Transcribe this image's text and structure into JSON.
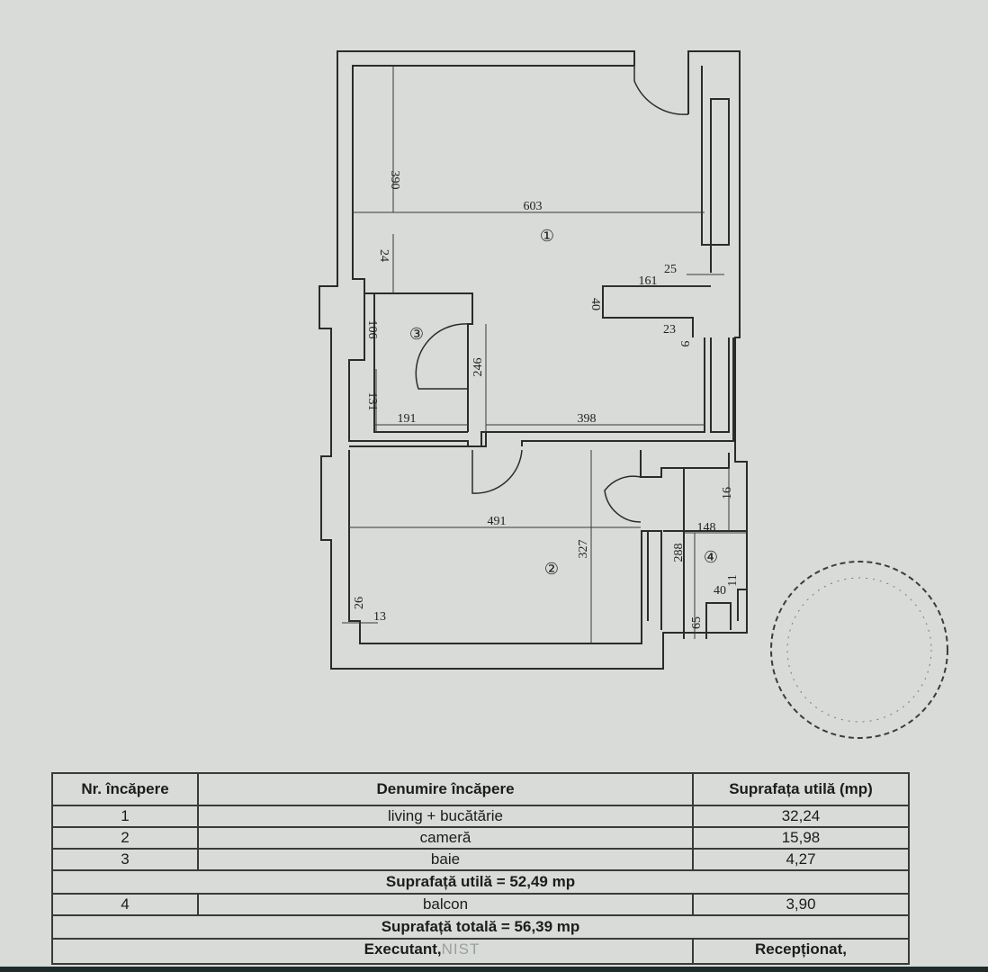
{
  "plan": {
    "dimensions": {
      "d390": "390",
      "d603": "603",
      "d24": "24",
      "d25": "25",
      "d161": "161",
      "d40a": "40",
      "d23": "23",
      "d9": "9",
      "d106": "106",
      "d246": "246",
      "d131": "131",
      "d191": "191",
      "d398": "398",
      "d491": "491",
      "d327": "327",
      "d16": "16",
      "d148": "148",
      "d288": "288",
      "d11": "11",
      "d40b": "40",
      "d26": "26",
      "d13": "13",
      "d65": "65"
    },
    "rooms": {
      "r1": "①",
      "r2": "②",
      "r3": "③",
      "r4": "④"
    }
  },
  "table": {
    "headers": [
      "Nr. încăpere",
      "Denumire încăpere",
      "Suprafața utilă (mp)"
    ],
    "rows": [
      [
        "1",
        "living + bucătărie",
        "32,24"
      ],
      [
        "2",
        "cameră",
        "15,98"
      ],
      [
        "3",
        "baie",
        "4,27"
      ]
    ],
    "useful_total": "Suprafață utilă = 52,49 mp",
    "balcony_row": [
      "4",
      "balcon",
      "3,90"
    ],
    "grand_total": "Suprafață totală = 56,39 mp",
    "executant": "Executant,",
    "executant_faint": "NIST",
    "receptionat": "Recepționat,"
  }
}
